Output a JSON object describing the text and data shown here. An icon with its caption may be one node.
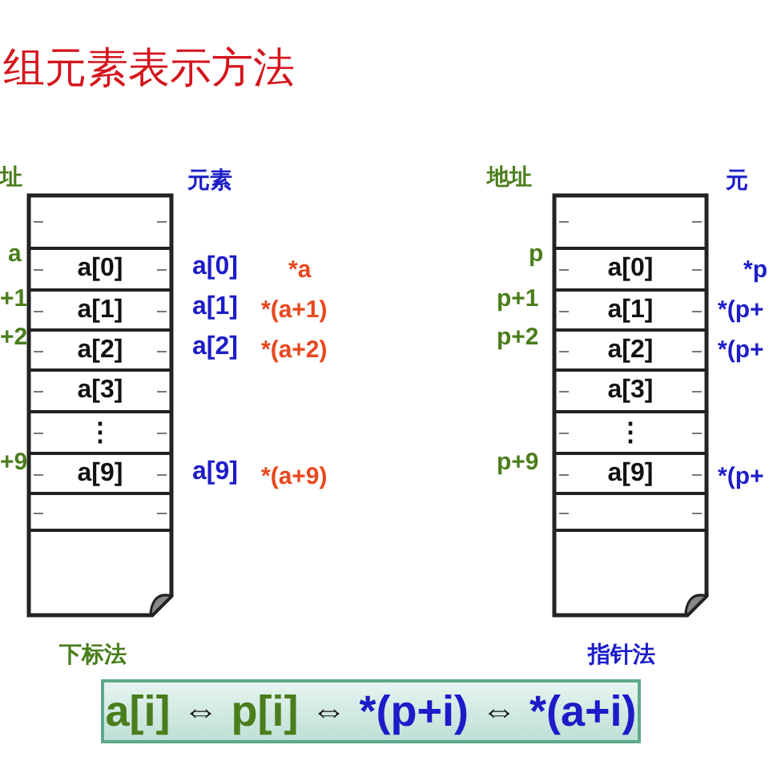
{
  "diagram": {
    "title": "组元素表示方法",
    "nodes": [
      {
        "text": [],
        "shape": "box"
      },
      {
        "text": [],
        "shape": "box",
        "in": 0
      },
      {
        "text": [
          "a[0]"
        ],
        "in": 0
      },
      {
        "text": [
          "a[1]"
        ],
        "in": 0
      },
      {
        "text": [
          "a[2]"
        ],
        "in": 0
      },
      {
        "text": [
          "a[3]"
        ],
        "in": 0
      },
      {
        "text": [
          "⋮"
        ],
        "in": 0
      },
      {
        "text": [
          "a[9]"
        ],
        "in": 0
      },
      {
        "text": [],
        "shape": "box",
        "in": 0
      },
      {
        "text": [],
        "shape": "box"
      },
      {
        "text": [],
        "shape": "box",
        "in": 9
      },
      {
        "text": [
          "a[0]"
        ],
        "in": 9
      },
      {
        "text": [
          "a[1]"
        ],
        "in": 9
      },
      {
        "text": [
          "a[2]"
        ],
        "in": 9
      },
      {
        "text": [
          "a[3]"
        ],
        "in": 9
      },
      {
        "text": [
          "⋮"
        ],
        "in": 9
      },
      {
        "text": [
          "a[9]"
        ],
        "in": 9
      },
      {
        "text": [],
        "shape": "box",
        "in": 9
      },
      {
        "text": [
          "a[i]",
          "⇔",
          "p[i]",
          "⇔",
          "*(p+i)",
          "⇔",
          "*(a+i)"
        ]
      }
    ],
    "edges": [],
    "labels": [
      "址",
      "元素",
      "a",
      "a[0]",
      "*a",
      "+1",
      "a[1]",
      "*(a+1)",
      "+2",
      "a[2]",
      "*(a+2)",
      "+9",
      "a[9]",
      "*(a+9)",
      "地址",
      "元",
      "p",
      "*p",
      "p+1",
      "*(p+",
      "p+2",
      "*(p+",
      "p+9",
      "*(p+",
      "下标法",
      "指针法"
    ]
  }
}
